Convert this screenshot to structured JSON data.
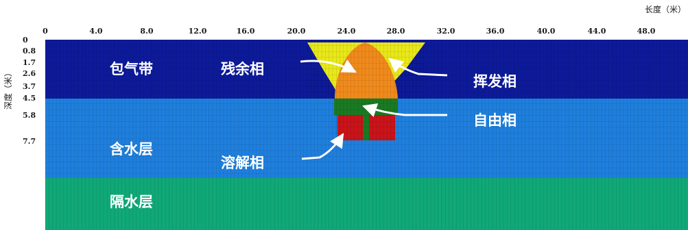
{
  "axes": {
    "x_title": "长度（米）",
    "y_title": "深度（米）",
    "x_ticks": [
      "0",
      "4.0",
      "8.0",
      "12.0",
      "16.0",
      "20.0",
      "24.0",
      "28.0",
      "32.0",
      "36.0",
      "40.0",
      "44.0",
      "48.0"
    ],
    "y_ticks": [
      "0",
      "0.8",
      "1.7",
      "2.6",
      "3.7",
      "4.5",
      "5.8",
      "7.7"
    ]
  },
  "zones": {
    "vadose": "包气带",
    "aquifer": "含水层",
    "aquitard": "隔水层"
  },
  "phases": {
    "residual": "残余相",
    "volatile": "挥发相",
    "free": "自由相",
    "dissolved": "溶解相"
  },
  "colors": {
    "vadose": "#0d1a99",
    "aquifer": "#1f7fdc",
    "aquitard": "#10a877",
    "volatile": "#e8e81a",
    "residual": "#f08a1c",
    "free": "#1a7a22",
    "dissolved": "#c8141a"
  }
}
